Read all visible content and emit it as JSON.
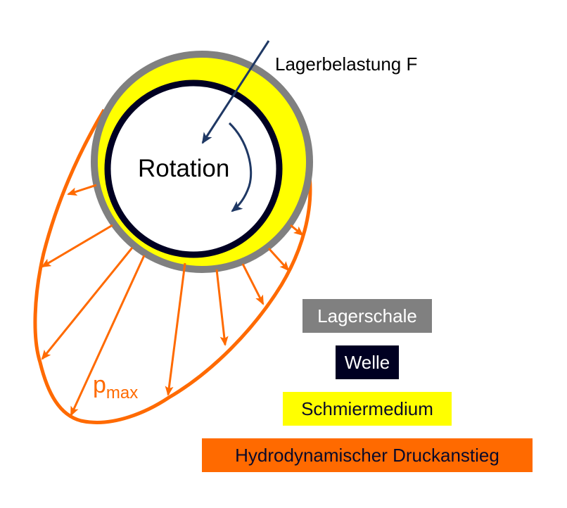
{
  "labels": {
    "load": "Lagerbelastung F",
    "rotation": "Rotation",
    "pmax_main": "p",
    "pmax_sub": "max"
  },
  "legend": [
    {
      "key": "shell",
      "label": "Lagerschale",
      "color": "#808080"
    },
    {
      "key": "shaft",
      "label": "Welle",
      "color": "#000022"
    },
    {
      "key": "lube",
      "label": "Schmiermedium",
      "color": "#ffff00"
    },
    {
      "key": "pressure",
      "label": "Hydrodynamischer Druckanstieg",
      "color": "#ff6a00"
    }
  ],
  "colors": {
    "shell": "#808080",
    "shaft": "#000022",
    "lubricant": "#ffff00",
    "pressure": "#ff6a00",
    "arrow": "#1f3864"
  }
}
